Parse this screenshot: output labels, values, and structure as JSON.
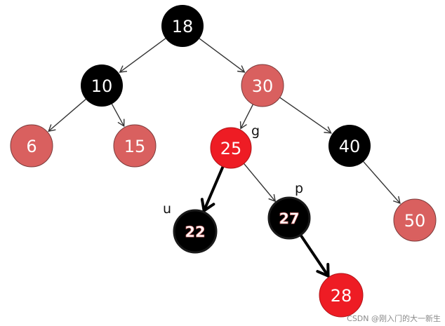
{
  "nodes": [
    {
      "id": "n18",
      "label": "18",
      "color": "black"
    },
    {
      "id": "n10",
      "label": "10",
      "color": "black"
    },
    {
      "id": "n30",
      "label": "30",
      "color": "pink"
    },
    {
      "id": "n6",
      "label": "6",
      "color": "pink"
    },
    {
      "id": "n15",
      "label": "15",
      "color": "pink"
    },
    {
      "id": "n25",
      "label": "25",
      "color": "red"
    },
    {
      "id": "n40",
      "label": "40",
      "color": "black"
    },
    {
      "id": "n22",
      "label": "22",
      "color": "black-hand"
    },
    {
      "id": "n27",
      "label": "27",
      "color": "black-hand"
    },
    {
      "id": "n50",
      "label": "50",
      "color": "pink"
    },
    {
      "id": "n28",
      "label": "28",
      "color": "red"
    }
  ],
  "edges": [
    {
      "from": "n18",
      "to": "n10"
    },
    {
      "from": "n18",
      "to": "n30"
    },
    {
      "from": "n10",
      "to": "n6"
    },
    {
      "from": "n10",
      "to": "n15"
    },
    {
      "from": "n30",
      "to": "n25"
    },
    {
      "from": "n30",
      "to": "n40"
    },
    {
      "from": "n25",
      "to": "n22",
      "style": "hand"
    },
    {
      "from": "n25",
      "to": "n27"
    },
    {
      "from": "n40",
      "to": "n50"
    },
    {
      "from": "n27",
      "to": "n28",
      "style": "hand"
    }
  ],
  "role_labels": {
    "g": "g",
    "p": "p",
    "u": "u"
  },
  "watermark": "CSDN @刚入门的大一新生",
  "colors": {
    "black": "#000000",
    "pink": "#d9605f",
    "red": "#ee1c24",
    "edge": "#333333"
  }
}
